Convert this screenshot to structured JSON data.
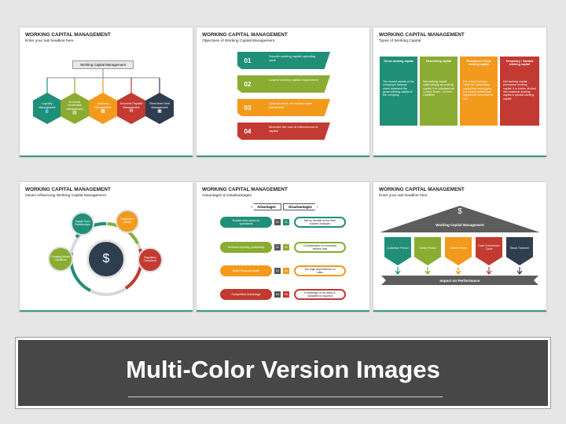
{
  "banner": {
    "title": "Multi-Color Version Images"
  },
  "colors": {
    "teal": "#1f8f78",
    "olive": "#8aac32",
    "orange": "#f39a1c",
    "red": "#c23a31",
    "navy": "#2f3e4f",
    "dark": "#474747"
  },
  "slide1": {
    "title": "WORKING CAPITAL MANAGEMENT",
    "subtitle": "Enter your sub headline here",
    "root": "Working Capital Management",
    "items": [
      "Liquidity Management",
      "Accounts Receivable Management",
      "Inventory Management",
      "Accounts Payable Management",
      "Short-term Debt Management"
    ],
    "icons": [
      "droplet-icon",
      "receipt-icon",
      "boxes-icon",
      "payment-icon",
      "debt-icon"
    ]
  },
  "slide2": {
    "title": "WORKING CAPITAL MANAGEMENT",
    "subtitle": "Objectives of Working Capital Management",
    "items": [
      {
        "num": "01",
        "text": "Smooth working capital operating cycle"
      },
      {
        "num": "02",
        "text": "Lowest working capital requirement"
      },
      {
        "num": "03",
        "text": "Optimal return on current asset investment"
      },
      {
        "num": "04",
        "text": "Minimize the cost of interest/cost of capital"
      }
    ]
  },
  "slide3": {
    "title": "WORKING CAPITAL MANAGEMENT",
    "subtitle": "Types of Working Capital",
    "cards": [
      {
        "head": "Gross working capital",
        "body": "The current assets of the company's balance sheet represent the gross working capital of the company."
      },
      {
        "head": "Networking capital",
        "body": "Net working capital called simply as working capital. It is calculated as Current Asset - Current Liabilities"
      },
      {
        "head": "Permanent / Fixed working capital",
        "body": "It is a fixed balance which the networking capital that never goes. It is further divided into regular WC and reserve WC."
      },
      {
        "head": "Temporary / Variable working capital",
        "body": "Net working capital - permanent working capital. It is further divided into seasonal working capital & special working capital"
      }
    ]
  },
  "slide4": {
    "title": "WORKING CAPITAL MANAGEMENT",
    "subtitle": "Issues Influencing Working Capital Management",
    "nodes": [
      "Supply Chain Relationships",
      "Competitive Actions",
      "Changing Market Conditions",
      "Regulatory Compliance"
    ]
  },
  "slide5": {
    "title": "WORKING CAPITAL MANAGEMENT",
    "subtitle": "Advantages & Disadvantages",
    "adv_label": "Advantages",
    "dis_label": "Disadvantages",
    "rows": [
      {
        "adv": "Evades interruption in operations",
        "dis": "Not so flexible at the time sudden changes",
        "a": "01",
        "d": "01"
      },
      {
        "adv": "Sufficient liquidity, profitability",
        "dis": "Consideration of monetary factors only",
        "a": "02",
        "d": "02"
      },
      {
        "adv": "Better financial health",
        "dis": "Too high dependence on data",
        "a": "03",
        "d": "03"
      },
      {
        "adv": "Competitive Advantage",
        "dis": "Knowledge of all ratios & variables is required",
        "a": "04",
        "d": "04"
      }
    ]
  },
  "slide6": {
    "title": "WORKING CAPITAL MANAGEMENT",
    "subtitle": "Enter your sub headline here",
    "roof_label": "Working Capital Management",
    "pillars": [
      "Collection Period",
      "Credit Period",
      "Current Ratio",
      "Cash Conversion Cycle",
      "Stock Turnover"
    ],
    "base_label": "Impact on Performance"
  }
}
